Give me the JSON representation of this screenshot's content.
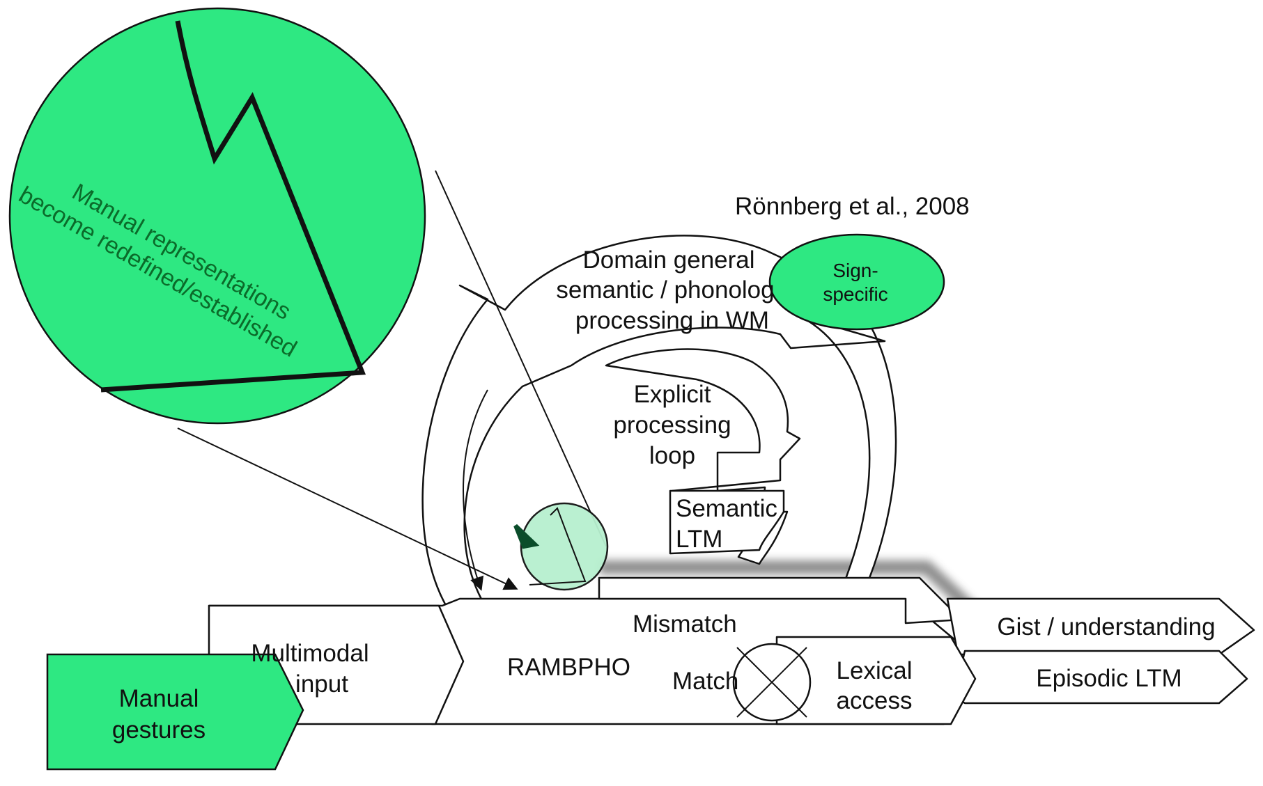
{
  "citation": "Rönnberg et al., 2008",
  "labels": {
    "domain_general": [
      "Domain general",
      "semantic / phonolog",
      "processing in WM"
    ],
    "sign_specific": [
      "Sign-",
      "specific"
    ],
    "explicit_loop": [
      "Explicit",
      "processing",
      "loop"
    ],
    "semantic_ltm": [
      "Semantic",
      "LTM"
    ],
    "mismatch": "Mismatch",
    "match": "Match",
    "rambpho": "RAMBPHO",
    "multimodal_input": [
      "Multimodal",
      "input"
    ],
    "manual_gestures": [
      "Manual",
      "gestures"
    ],
    "lexical_access": [
      "Lexical",
      "access"
    ],
    "gist": "Gist / understanding",
    "episodic_ltm": "Episodic LTM",
    "zoom_text": [
      "Manual representations",
      "become redefined/established"
    ]
  },
  "colors": {
    "green": "#2ee882",
    "green_light": "#b7f0cf",
    "green_text": "#0b6b2a",
    "outline": "#111111",
    "shadow": "#7a7a7a"
  }
}
